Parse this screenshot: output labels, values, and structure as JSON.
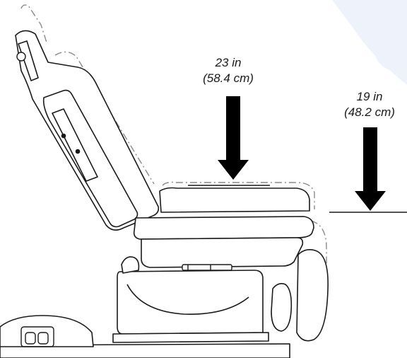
{
  "dimensions": {
    "seat_height_high": {
      "imperial": "23 in",
      "metric": "(58.4 cm)"
    },
    "seat_height_low": {
      "imperial": "19 in",
      "metric": "(48.2 cm)"
    }
  },
  "colors": {
    "line": "#1a1a1a",
    "arrow": "#000000",
    "phantom": "#999999",
    "watermark": "#eef3fb"
  }
}
